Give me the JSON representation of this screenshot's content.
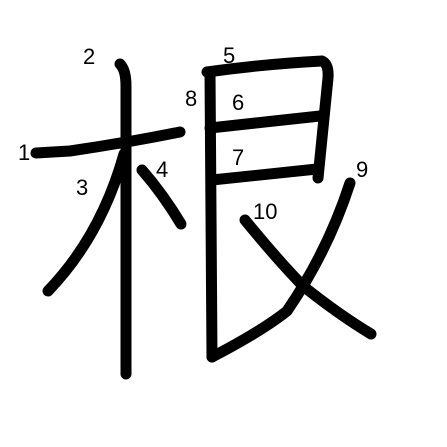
{
  "character": "根",
  "colors": {
    "background": "#ffffff",
    "ink": "#000000"
  },
  "strokes": [
    {
      "order": "1"
    },
    {
      "order": "2"
    },
    {
      "order": "3"
    },
    {
      "order": "4"
    },
    {
      "order": "5"
    },
    {
      "order": "6"
    },
    {
      "order": "7"
    },
    {
      "order": "8"
    },
    {
      "order": "9"
    },
    {
      "order": "10"
    }
  ]
}
